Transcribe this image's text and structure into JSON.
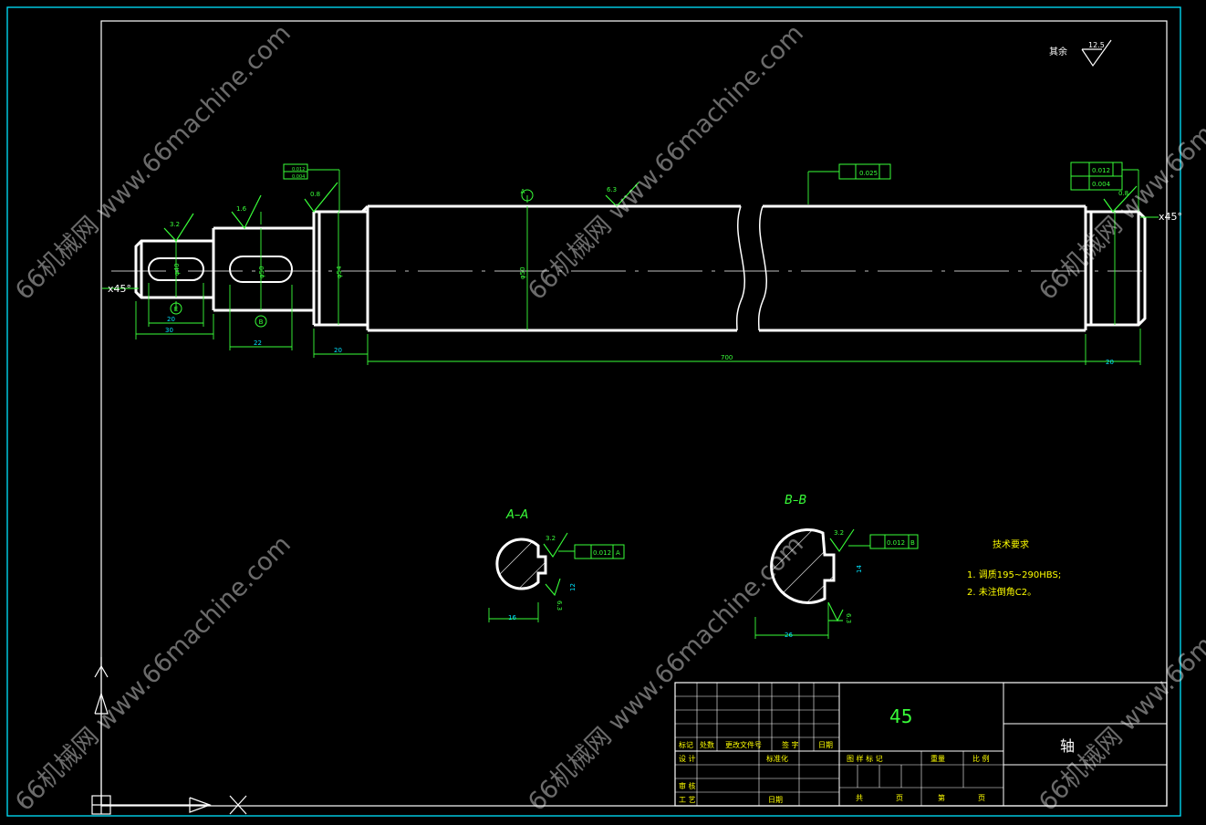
{
  "title_block": {
    "material": "45",
    "part_name": "轴",
    "rev_headers": [
      "标记",
      "处数",
      "更改文件号",
      "签 字",
      "日期"
    ],
    "row_labels": [
      "设 计",
      "标准化",
      "审 核",
      "工 艺",
      "日期"
    ],
    "stage_headers": [
      "图 样 标 记",
      "重量",
      "比 例"
    ],
    "sheet_labels": [
      "共",
      "页",
      "第",
      "页"
    ]
  },
  "surface": {
    "other": "其余",
    "ra_other": "12.5"
  },
  "tech_requirements": {
    "heading": "技术要求",
    "items": [
      "1. 调质195~290HBS;",
      "2. 未注倒角C2。"
    ]
  },
  "shaft": {
    "chamfer_left": "x45°",
    "chamfer_right": "x45°",
    "overall_length": "700",
    "datum_A": "A",
    "datum_B": "B",
    "datum_E": "E",
    "ra_labels": [
      "3.2",
      "1.6",
      "0.8",
      "6.3",
      "0.8"
    ],
    "dims": [
      "20",
      "30",
      "22",
      "20",
      "20"
    ],
    "diameters": [
      "φ40",
      "φ50",
      "φ54",
      "φ50"
    ],
    "tolerances": {
      "runout_mid": "0.025",
      "runout_right": "0.012",
      "cyl_right": "0.004",
      "left_a": "0.012",
      "left_b": "0.004"
    }
  },
  "section_aa": {
    "title": "A–A",
    "ra": "3.2",
    "ra2": "6.3",
    "tol": "0.012",
    "datum": "A",
    "dim": "16",
    "depth": "12"
  },
  "section_bb": {
    "title": "B–B",
    "ra": "3.2",
    "ra2": "6.3",
    "tol": "0.012",
    "datum": "B",
    "dim": "26",
    "depth": "14"
  },
  "watermark": "66机械网 www.66machine.com",
  "colors": {
    "background": "#000000",
    "frame": "#00e5ff",
    "geometry": "#ffffff",
    "dimension": "#39ff39",
    "label": "#ffff00"
  }
}
